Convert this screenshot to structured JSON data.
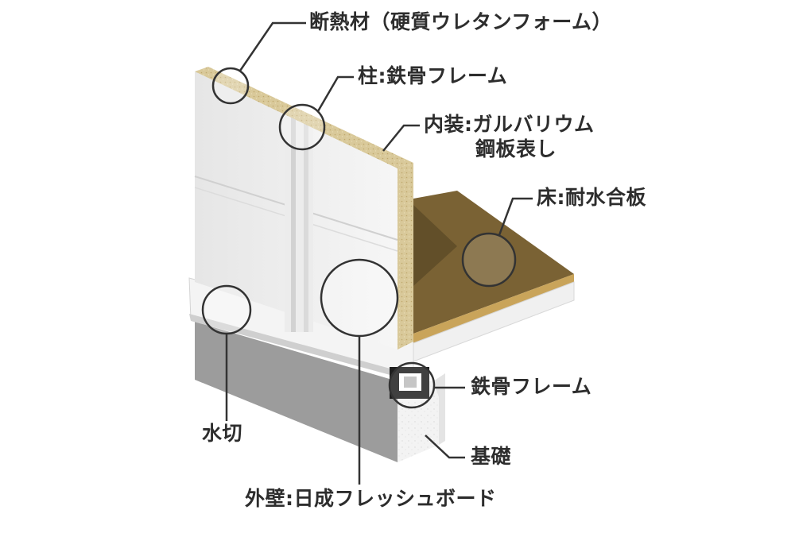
{
  "labels": {
    "insulation": "断熱材（硬質ウレタンフォーム）",
    "column": "柱:鉄骨フレーム",
    "interior_line1": "内装:ガルバリウム",
    "interior_line2": "鋼板表し",
    "floor": "床:耐水合板",
    "steel_frame": "鉄骨フレーム",
    "foundation": "基礎",
    "flashing": "水切",
    "exterior": "外壁:日成フレッシュボード"
  },
  "colors": {
    "wall_face": "#f1f1f1",
    "insulation": "#d8c99a",
    "floor_top": "#7a6234",
    "floor_edge": "#c9a45a",
    "concrete": "#9a9a9a",
    "foundation": "#f2f2f2",
    "line": "#333333"
  }
}
